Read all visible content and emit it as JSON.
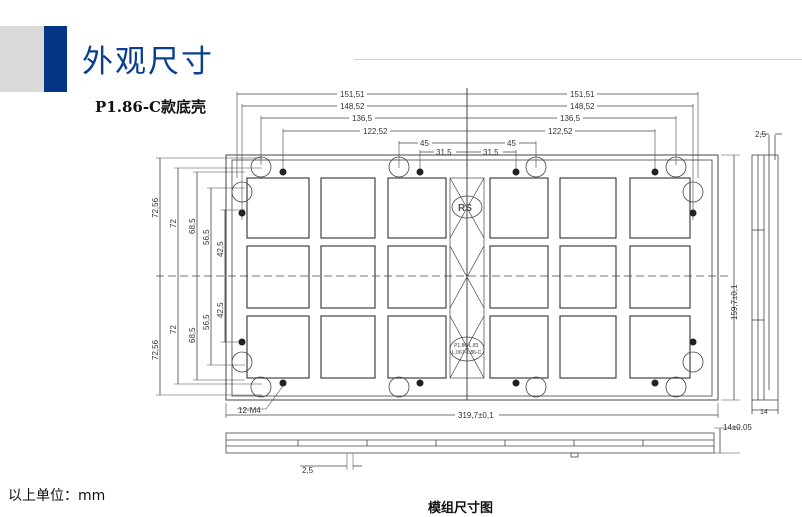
{
  "header": {
    "title": "外观尺寸",
    "subtitle": "P1.86-C款底壳"
  },
  "drawing": {
    "top_dims": [
      "151,51",
      "148,52",
      "136,5",
      "122,52",
      "45",
      "31,5"
    ],
    "left_dims": [
      "72,56",
      "72",
      "68,5",
      "56,5",
      "42,5"
    ],
    "right_dim": "159,7±0,1",
    "bottom_dim": "319,7±0,1",
    "screw_label": "12-M4",
    "logo": "RS",
    "center_label": [
      "P1.86-L.83",
      "L.067-1.86-C"
    ],
    "side_top_dim": "2,5",
    "side_bottom_dim": "14",
    "thickness_dim": "14±0,05",
    "bottom_offset_dim": "2,5"
  },
  "footer": {
    "unit_note": "以上单位：mm",
    "caption": "模组尺寸图"
  }
}
